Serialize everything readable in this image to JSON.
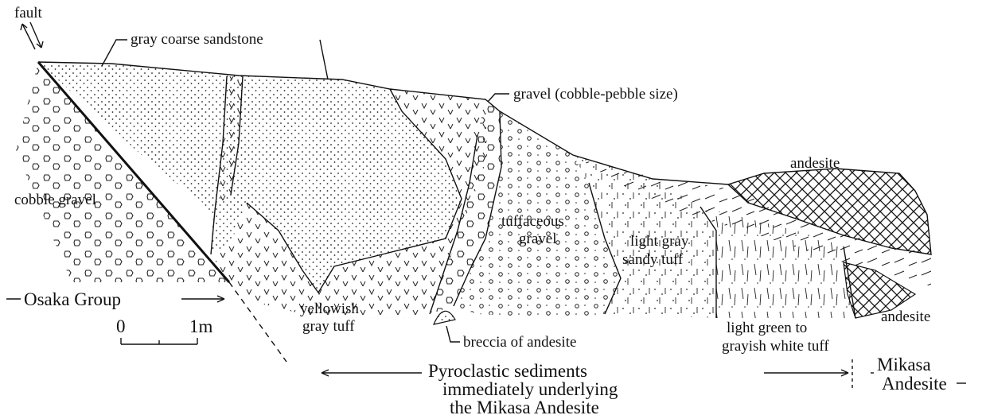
{
  "labels": {
    "fault": "fault",
    "gray_coarse_sandstone": "gray coarse sandstone",
    "gravel_cobble_pebble": "gravel (cobble-pebble size)",
    "andesite_top": "andesite",
    "cobble_gravel": "cobble gravel",
    "tuffaceous_1": "tuffaceous",
    "tuffaceous_2": "gravel",
    "light_gray_1": "light gray",
    "light_gray_2": "sandy tuff",
    "yellowish_1": "yellowish",
    "yellowish_2": "gray tuff",
    "breccia": "breccia of andesite",
    "light_green_1": "light green to",
    "light_green_2": "grayish white tuff",
    "andesite_bottom": "andesite",
    "osaka_group": "Osaka Group",
    "scale_zero": "0",
    "scale_one": "1m",
    "pyroclastic_1": "Pyroclastic sediments",
    "pyroclastic_2": "immediately underlying",
    "pyroclastic_3": "the Mikasa Andesite",
    "mikasa_1": "Mikasa",
    "mikasa_2": "Andesite"
  }
}
